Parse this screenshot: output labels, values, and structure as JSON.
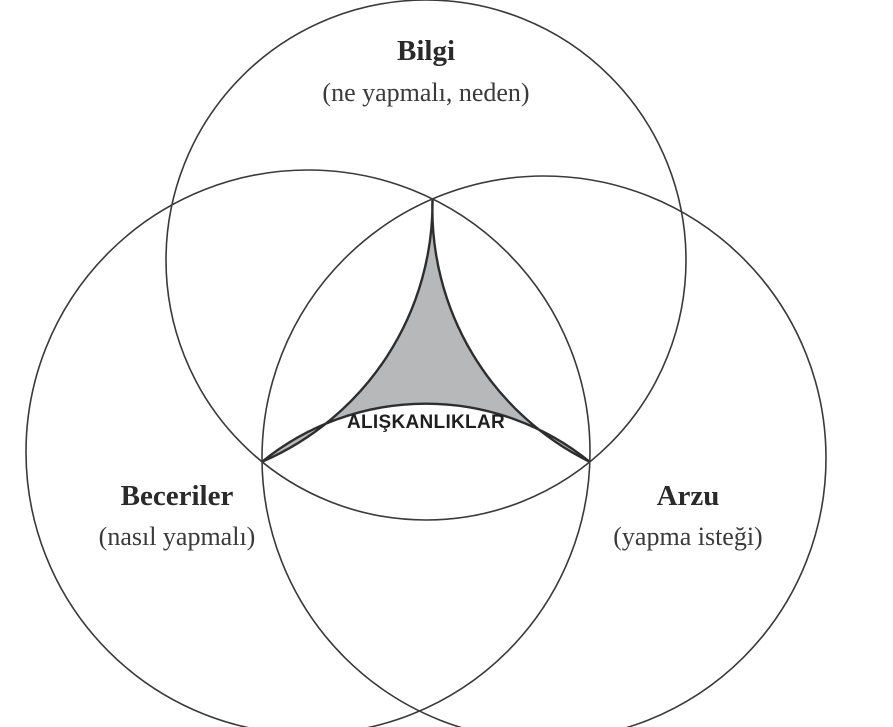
{
  "sets": [
    {
      "id": "bilgi",
      "label": "Bilgi",
      "sublabel": "(ne yapmalı, neden)"
    },
    {
      "id": "beceriler",
      "label": "Beceriler",
      "sublabel": "(nasıl yapmalı)"
    },
    {
      "id": "arzu",
      "label": "Arzu",
      "sublabel": "(yapma isteği)"
    }
  ],
  "intersection": {
    "label": "ALIŞKANLIKLAR"
  },
  "colors": {
    "intersection_fill": "#b7b8ba",
    "stroke": "#3a3a3a",
    "background": "#ffffff"
  }
}
